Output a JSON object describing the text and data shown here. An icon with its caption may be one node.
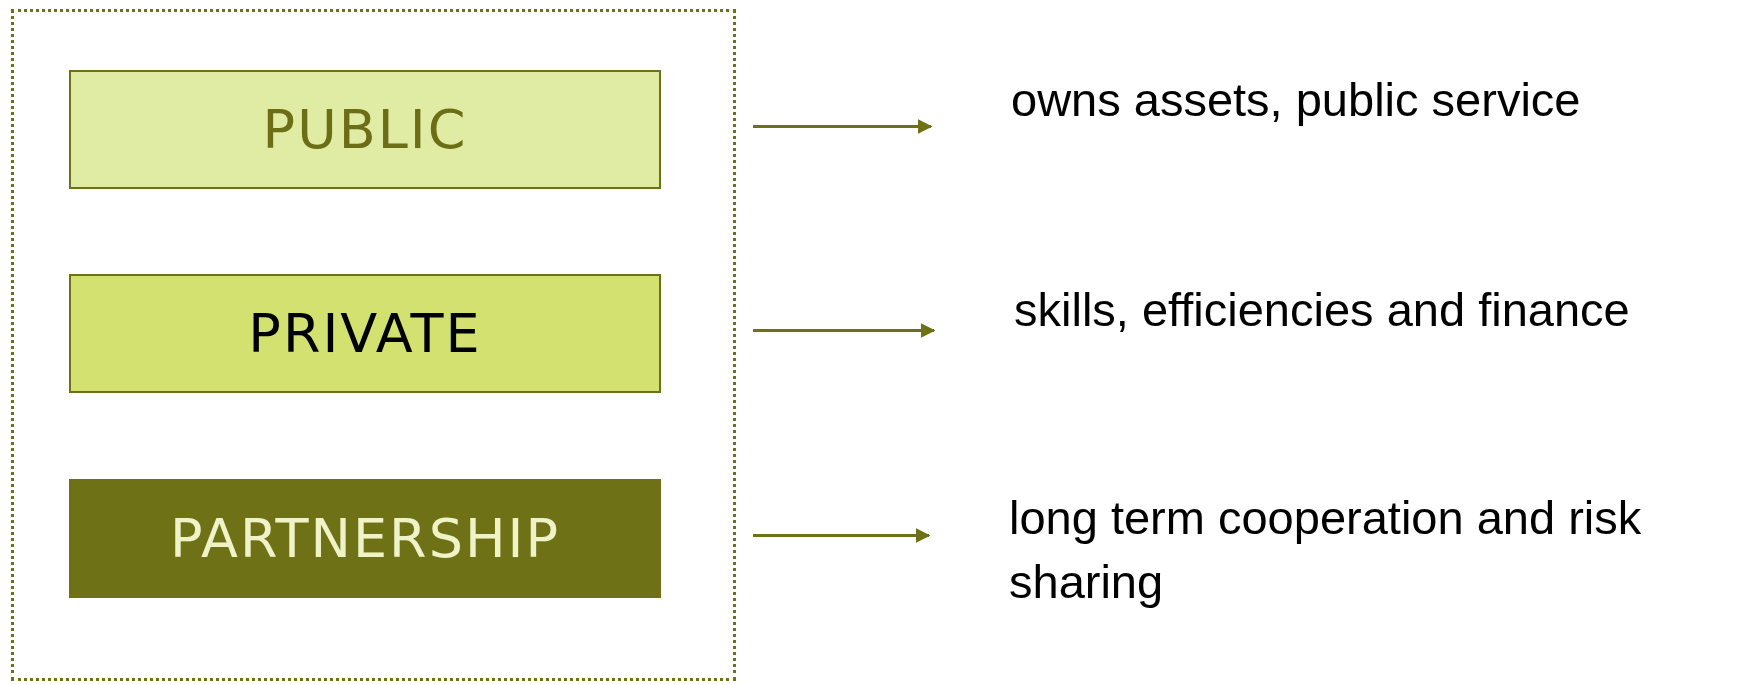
{
  "diagram": {
    "nodes": [
      {
        "text": [],
        "shape": "box"
      },
      {
        "text": [
          "PUBLIC"
        ],
        "in": 0
      },
      {
        "text": [
          "PRIVATE"
        ],
        "in": 0
      },
      {
        "text": [
          "PARTNERSHIP"
        ],
        "in": 0
      },
      {
        "text": [
          "owns assets, public service"
        ]
      },
      {
        "text": [
          "skills, efficiencies and finance"
        ]
      },
      {
        "text": [
          "long term cooperation and risk sharing"
        ]
      }
    ],
    "edges": [
      {
        "from": 1,
        "to": 4,
        "arrow": "to"
      },
      {
        "from": 2,
        "to": 5,
        "arrow": "to"
      },
      {
        "from": 3,
        "to": 6,
        "arrow": "to"
      }
    ]
  }
}
